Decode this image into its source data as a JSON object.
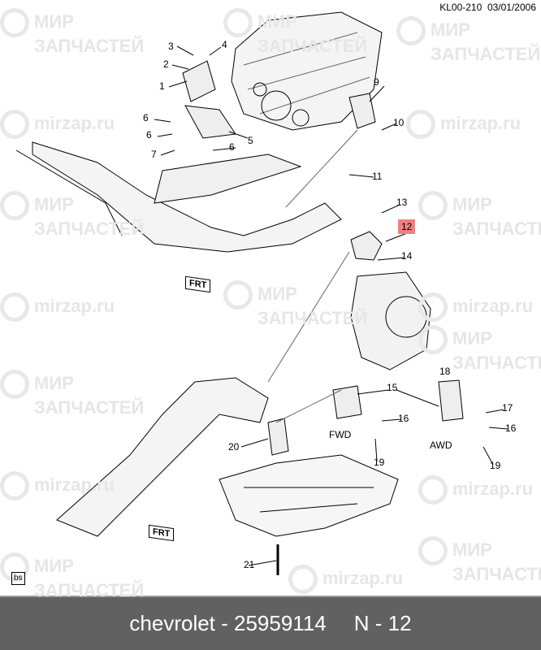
{
  "header": {
    "code": "KL00-210",
    "date": "03/01/2006"
  },
  "watermark": {
    "line1": "МИР",
    "line2": "ЗАПЧАСТЕЙ",
    "site": "mirzap.ru"
  },
  "callouts": [
    "3",
    "4",
    "2",
    "1",
    "9",
    "6",
    "6",
    "7",
    "5",
    "6",
    "10",
    "11",
    "13",
    "12",
    "14",
    "18",
    "15",
    "17",
    "16",
    "16",
    "20",
    "19",
    "19",
    "21"
  ],
  "highlighted": "12",
  "highlight_color": "#f08080",
  "labels": {
    "fwd": "FWD",
    "awd": "AWD",
    "frt": "FRT",
    "bs": "bs"
  },
  "footer": {
    "part": "chevrolet - 25959114",
    "ref": "N - 12"
  }
}
